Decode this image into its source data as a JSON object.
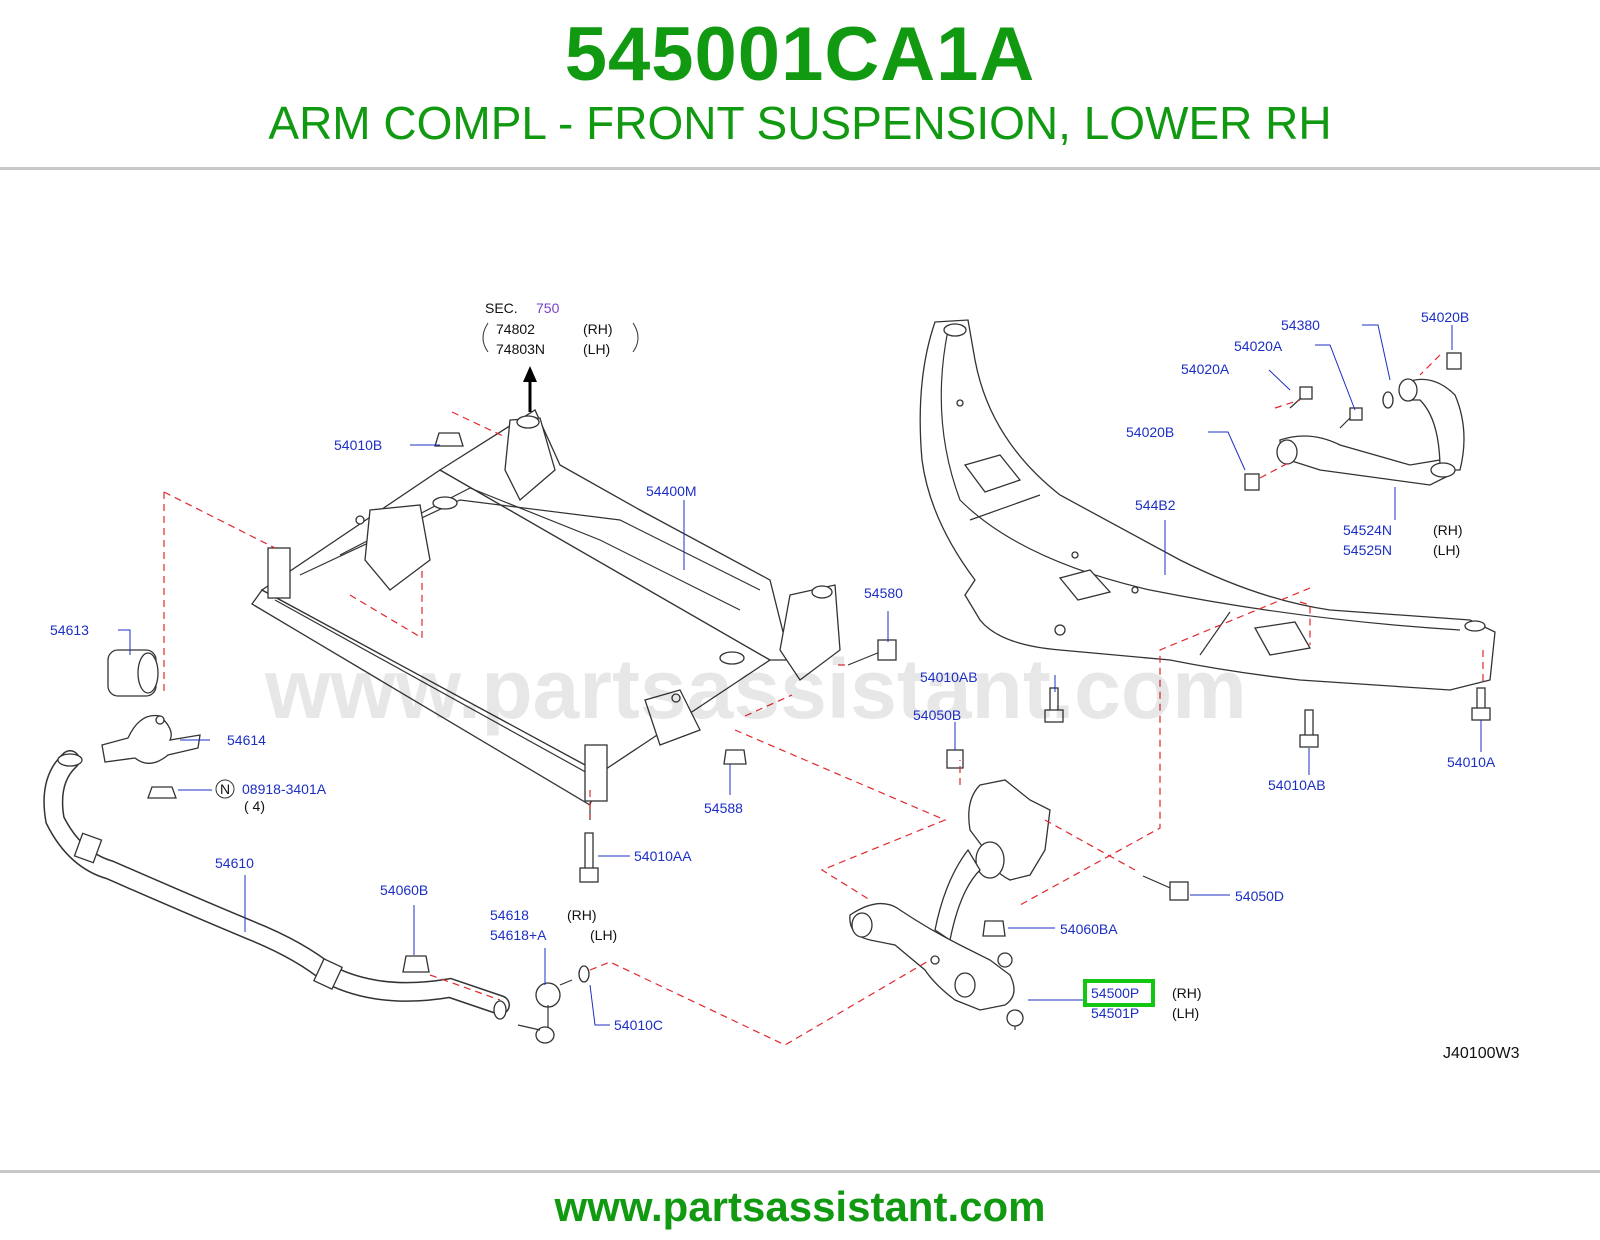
{
  "header": {
    "part_number": "545001CA1A",
    "description": "ARM COMPL - FRONT SUSPENSION, LOWER RH"
  },
  "footer": {
    "url": "www.partsassistant.com"
  },
  "diagram": {
    "watermark": "www.partsassistant.com",
    "drawing_code": "J40100W3",
    "section_ref": {
      "prefix": "SEC.",
      "number": "750"
    },
    "labels": {
      "l74802": "74802",
      "l74802_side": "(RH)",
      "l74803n": "74803N",
      "l74803n_side": "(LH)",
      "l54010b": "54010B",
      "l54400m": "54400M",
      "l54580": "54580",
      "l54613": "54613",
      "l54614": "54614",
      "l08918": "08918-3401A",
      "l08918_qty": "( 4)",
      "n_symbol": "N",
      "l54588": "54588",
      "l54010aa": "54010AA",
      "l54610": "54610",
      "l54060b": "54060B",
      "l54618": "54618",
      "l54618_side": "(RH)",
      "l54618a": "54618+A",
      "l54618a_side": "(LH)",
      "l54010c": "54010C",
      "l54380": "54380",
      "l54020b_top": "54020B",
      "l54020a_1": "54020A",
      "l54020a_2": "54020A",
      "l54020b_mid": "54020B",
      "l544b2": "544B2",
      "l54524n": "54524N",
      "l54524n_side": "(RH)",
      "l54525n": "54525N",
      "l54525n_side": "(LH)",
      "l54010ab_1": "54010AB",
      "l54050b": "54050B",
      "l54010ab_2": "54010AB",
      "l54010a": "54010A",
      "l54050d": "54050D",
      "l54060ba": "54060BA",
      "l54500p": "54500P",
      "l54500p_side": "(RH)",
      "l54501p": "54501P",
      "l54501p_side": "(LH)"
    }
  }
}
